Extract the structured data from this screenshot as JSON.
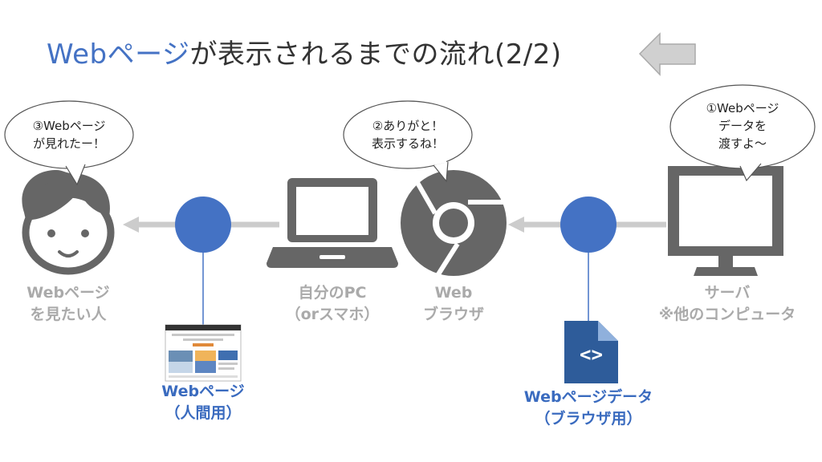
{
  "title": {
    "highlight": "Webページ",
    "rest": "が表示されるまでの流れ(2/2)"
  },
  "colors": {
    "accent": "#4472c4",
    "icon_gray": "#666666",
    "arrow_gray": "#cccccc",
    "label_gray": "#aaaaaa",
    "blue_text": "#3a6bbf"
  },
  "bubbles": {
    "user": {
      "line1": "③Webページ",
      "line2": "が見れたー！"
    },
    "browser": {
      "line1": "②ありがと！",
      "line2": "表示するね！"
    },
    "server": {
      "line1": "①Webページ",
      "line2": "データを",
      "line3": "渡すよ〜"
    }
  },
  "labels": {
    "user": {
      "line1": "Webページ",
      "line2": "を見たい人"
    },
    "pc": {
      "line1": "自分のPC",
      "line2": "（orスマホ）"
    },
    "browser": {
      "line1": "Web",
      "line2": "ブラウザ"
    },
    "server": {
      "line1": "サーバ",
      "line2": "※他のコンピュータ"
    }
  },
  "outputs": {
    "webpage": {
      "line1": "Webページ",
      "line2": "（人間用）"
    },
    "webpage_data": {
      "line1": "Webページデータ",
      "line2": "（ブラウザ用）"
    },
    "file_icon_text": "<>"
  }
}
